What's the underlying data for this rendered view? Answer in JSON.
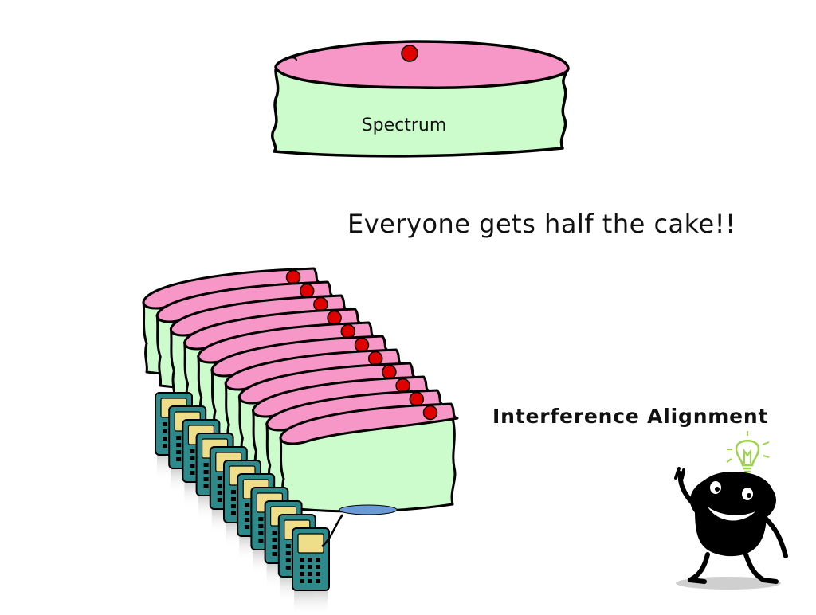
{
  "slide": {
    "spectrum_label": "Spectrum",
    "headline": "Everyone gets half the cake!!",
    "concept_label": "Interference Alignment"
  },
  "colors": {
    "frosting": "#f797c7",
    "cake": "#ccfccc",
    "cherry": "#e00000",
    "phone_body": "#2e8a8a",
    "phone_screen": "#eede8a",
    "bulb": "#9bd44a",
    "character": "#000000"
  },
  "illustration": {
    "slice_count": 11,
    "phone_count": 11
  }
}
